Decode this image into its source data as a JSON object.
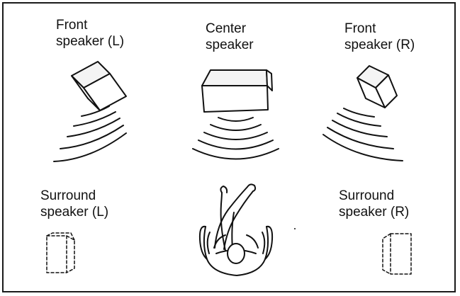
{
  "speakers": {
    "front_left": {
      "line1": "Front",
      "line2": "speaker (L)"
    },
    "center": {
      "line1": "Center",
      "line2": "speaker"
    },
    "front_right": {
      "line1": "Front",
      "line2": "speaker (R)"
    },
    "surround_left": {
      "line1": "Surround",
      "line2": "speaker (L)"
    },
    "surround_right": {
      "line1": "Surround",
      "line2": "speaker (R)"
    }
  },
  "colors": {
    "ink": "#111111",
    "background": "#ffffff"
  }
}
